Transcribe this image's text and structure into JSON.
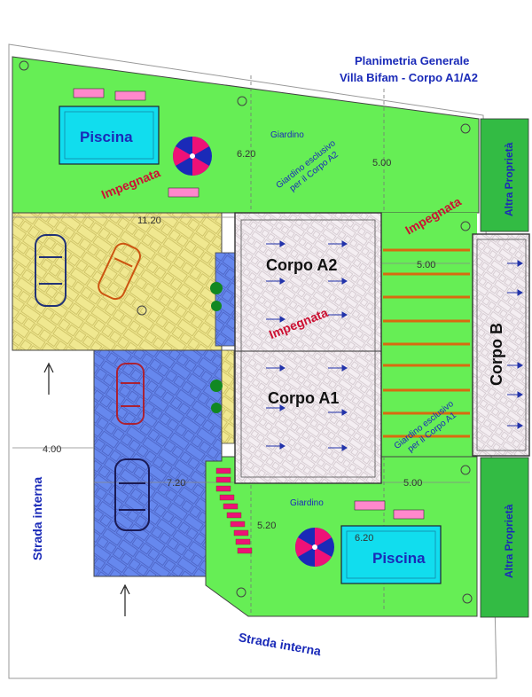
{
  "header": {
    "title_line1": "Planimetria Generale",
    "title_line2": "Villa Bifam   - Corpo A1/A2"
  },
  "buildings": {
    "a2": "Corpo A2",
    "a1": "Corpo A1",
    "b": "Corpo B"
  },
  "pools": {
    "top": "Piscina",
    "bottom": "Piscina"
  },
  "labels": {
    "giardino_top": "Giardino",
    "giardino_bottom": "Giardino",
    "giardino_esclusivo_a2_line1": "Giardino esclusivo",
    "giardino_esclusivo_a2_line2": "per il Corpo A2",
    "giardino_esclusivo_a1_line1": "Giardino esclusivo",
    "giardino_esclusivo_a1_line2": "per il Corpo A1",
    "impegnata_1": "Impegnata",
    "impegnata_2": "Impegnata",
    "impegnata_3": "Impegnata",
    "altra_proprieta_top": "Altra Proprietà",
    "altra_proprieta_bottom": "Altra Proprietà",
    "strada_interna_left": "Strada interna",
    "strada_interna_bottom": "Strada interna"
  },
  "dimensions": {
    "d_620_top": "6.20",
    "d_500_top": "5.00",
    "d_1120": "11.20",
    "d_500_mid": "5.00",
    "d_400": "4.00",
    "d_720": "7.20",
    "d_500_bottom": "5.00",
    "d_520": "5.20",
    "d_620_bottom": "6.20"
  },
  "colors": {
    "garden": "#66ee55",
    "paving_yellow": "#f0e890",
    "paving_blue": "#6688ee",
    "pool": "#11ddee",
    "building": "#f4eef2",
    "text_blue": "#1a2ab8",
    "impegnata_red": "#cc1133",
    "beam_orange": "#d86a10",
    "altra_green": "#33bb44"
  }
}
